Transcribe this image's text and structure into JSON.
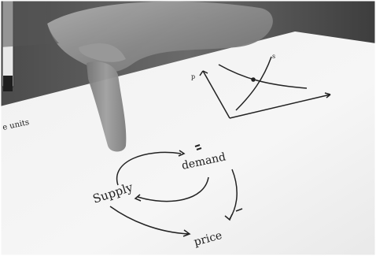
{
  "scene": {
    "diagram": {
      "supply_label": "Supply",
      "demand_label": "demand",
      "price_label": "price",
      "margin_note": "e units"
    },
    "colors": {
      "paper": "#f4f4f4",
      "ink": "#222222",
      "hand_skin": "#8a8a8a",
      "background": "#5a5a5a"
    }
  }
}
